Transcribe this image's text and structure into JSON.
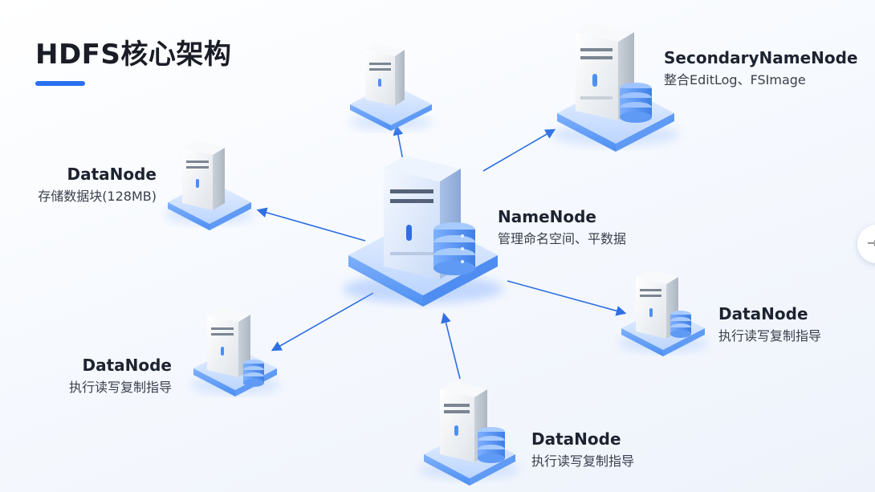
{
  "title": "HDFS核心架构",
  "colors": {
    "accent": "#2a6ff0",
    "arrow": "#2f6fe3",
    "platform": "#d4e4ff",
    "server": "#eef1f5",
    "disk": "#4c8ff2"
  },
  "nodes": {
    "namenode": {
      "name": "NameNode",
      "desc": "管理命名空间、平数据"
    },
    "secondary": {
      "name": "SecondaryNameNode",
      "desc": "整合EditLog、FSImage"
    },
    "datanode_left": {
      "name": "DataNode",
      "desc": "存储数据块(128MB)"
    },
    "datanode_bottom_left": {
      "name": "DataNode",
      "desc": "执行读写复制指导"
    },
    "datanode_right": {
      "name": "DataNode",
      "desc": "执行读写复制指导"
    },
    "datanode_bottom": {
      "name": "DataNode",
      "desc": "执行读写复制指导"
    }
  },
  "edge_button_icon": "arrow-icon"
}
